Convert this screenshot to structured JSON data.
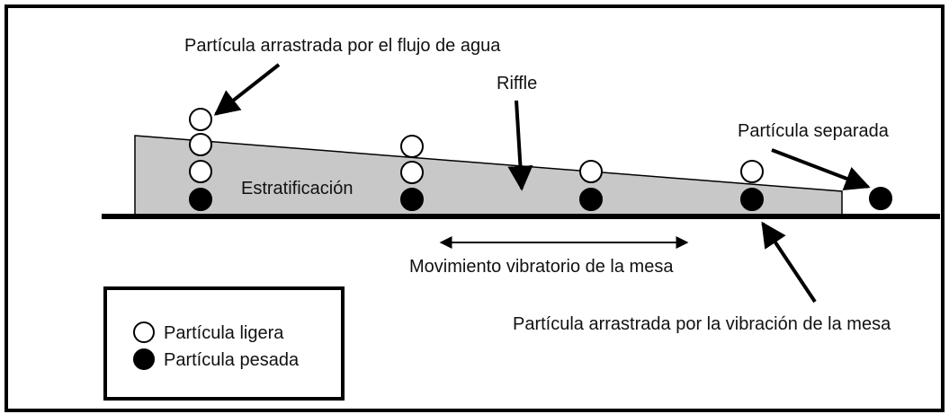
{
  "labels": {
    "water_flow_particle": "Partícula arrastrada por el flujo de agua",
    "riffle": "Riffle",
    "separated_particle": "Partícula separada",
    "stratification": "Estratificación",
    "table_motion": "Movimiento vibratorio de la mesa",
    "vibration_particle": "Partícula arrastrada por la vibración de la mesa"
  },
  "legend": {
    "light_particle": "Partícula ligera",
    "heavy_particle": "Partícula pesada"
  },
  "colors": {
    "riffle_fill": "#c8c8c8",
    "outline": "#000000",
    "heavy_particle": "#000000",
    "light_particle": "#ffffff"
  },
  "particle_columns": [
    {
      "light": 3,
      "heavy": 1
    },
    {
      "light": 2,
      "heavy": 1
    },
    {
      "light": 1,
      "heavy": 1
    },
    {
      "light": 1,
      "heavy": 1
    }
  ]
}
